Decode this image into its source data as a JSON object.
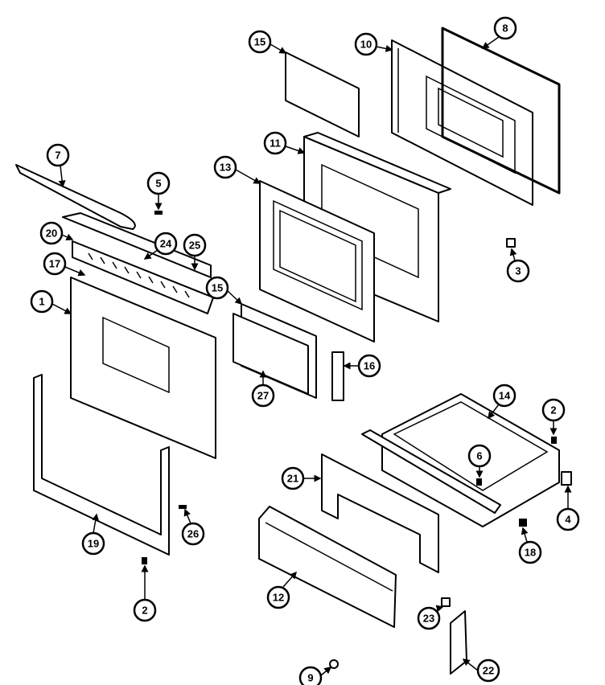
{
  "diagram": {
    "callouts": [
      "15",
      "10",
      "8",
      "7",
      "5",
      "11",
      "13",
      "20",
      "24",
      "25",
      "17",
      "1",
      "15",
      "3",
      "16",
      "27",
      "14",
      "2",
      "6",
      "21",
      "4",
      "19",
      "26",
      "18",
      "2",
      "12",
      "23",
      "9",
      "22"
    ]
  }
}
